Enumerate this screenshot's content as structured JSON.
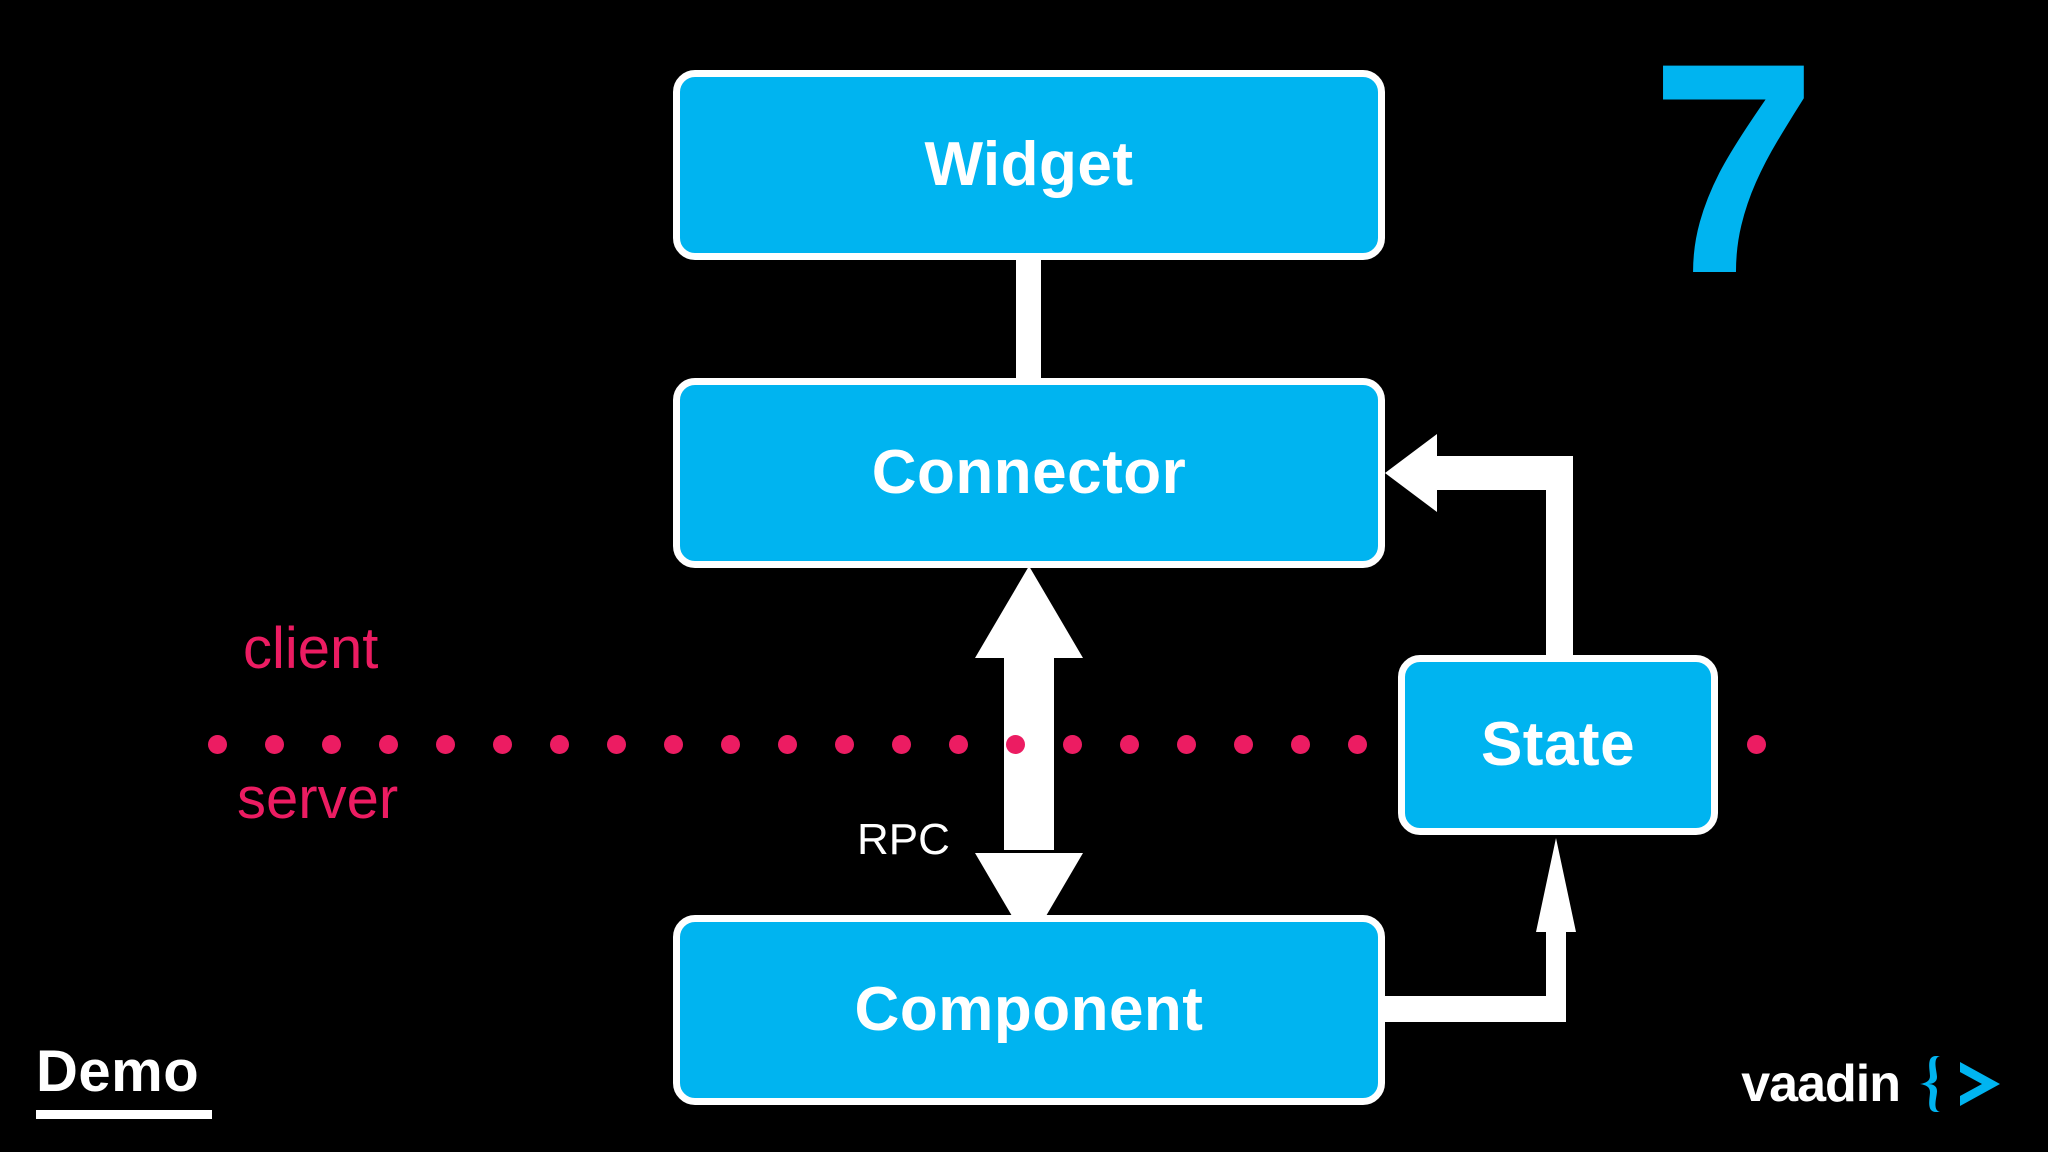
{
  "slide": {
    "number": "7",
    "background_color": "#000000",
    "accent_color": "#00B4F0",
    "divider_color": "#EC1C62",
    "line_color": "#FFFFFF"
  },
  "diagram": {
    "type": "architecture-flow",
    "nodes": [
      {
        "id": "widget",
        "label": "Widget",
        "tier": "client"
      },
      {
        "id": "connector",
        "label": "Connector",
        "tier": "client"
      },
      {
        "id": "component",
        "label": "Component",
        "tier": "server"
      },
      {
        "id": "state",
        "label": "State",
        "tier": "boundary"
      }
    ],
    "edges": [
      {
        "from": "widget",
        "to": "connector",
        "style": "plain-line",
        "label": ""
      },
      {
        "from": "connector",
        "to": "component",
        "style": "double-arrow",
        "label": "RPC"
      },
      {
        "from": "state",
        "to": "connector",
        "style": "elbow-arrow",
        "label": ""
      },
      {
        "from": "component",
        "to": "state",
        "style": "elbow-arrow",
        "label": ""
      }
    ],
    "edge_labels": {
      "rpc": "RPC"
    },
    "boundary": {
      "above_label": "client",
      "below_label": "server",
      "dot_count": 28,
      "dot_diameter": 19,
      "dot_spacing": 57
    }
  },
  "footer": {
    "demo_label": "Demo",
    "logo_wordmark": "vaadin",
    "logo_mark_name": "vaadin-brace-arrow"
  }
}
